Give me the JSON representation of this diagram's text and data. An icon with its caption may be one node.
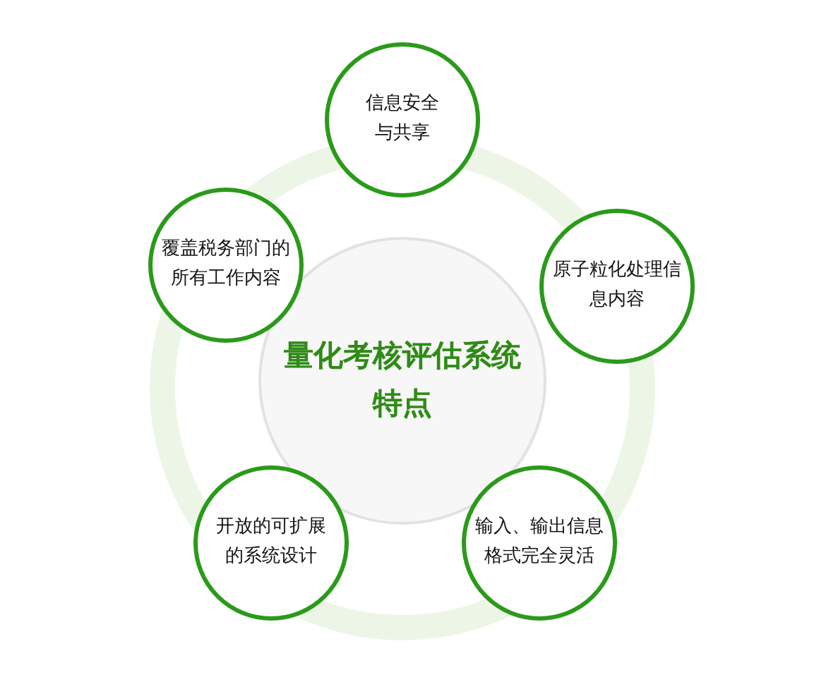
{
  "diagram": {
    "nodes": [
      {
        "text": [
          "量化考核评估系统特点"
        ]
      },
      {
        "text": [
          "信息安全与共享"
        ]
      },
      {
        "text": [
          "原子粒化处理信息内容"
        ]
      },
      {
        "text": [
          "输入、输出信息格式完全灵活"
        ]
      },
      {
        "text": [
          "开放的可扩展的系统设计"
        ]
      },
      {
        "text": [
          "覆盖税务部门的所有工作内容"
        ]
      }
    ]
  }
}
